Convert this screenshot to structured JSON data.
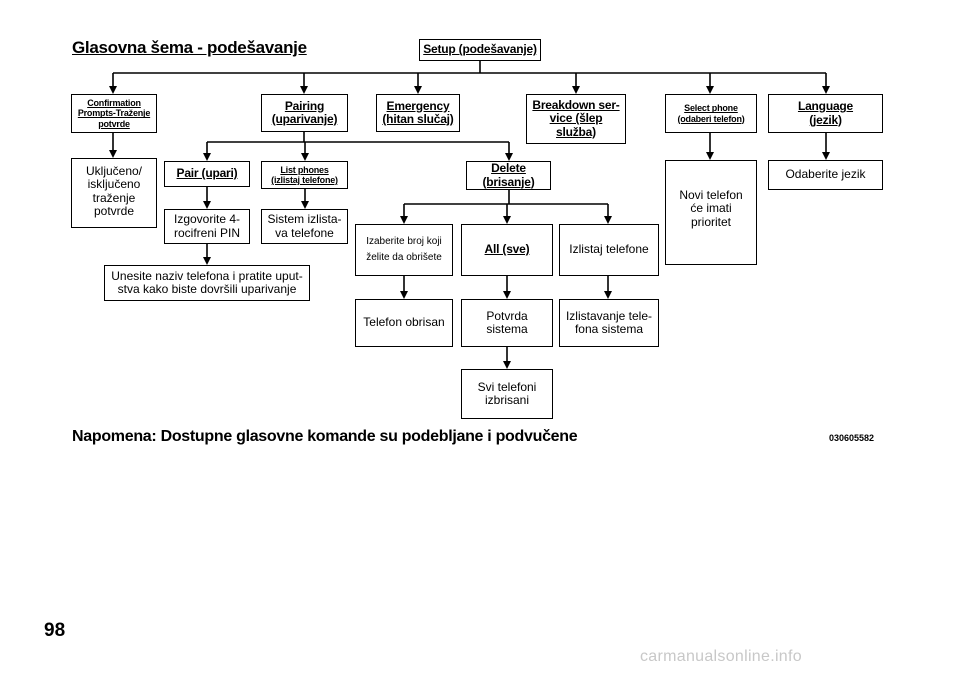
{
  "page": {
    "title": "Glasovna šema - podešavanje",
    "note": "Napomena: Dostupne glasovne komande su podebljane i podvučene",
    "image_code": "030605582",
    "page_number": "98",
    "watermark": "carmanualsonline.info"
  },
  "nodes": {
    "setup": "Setup (podešavanje)",
    "confirmation": "Confirmation\nPrompts-Traženje\npotvrde",
    "pairing": "Pairing\n(uparivanje)",
    "emergency": "Emergency\n(hitan slučaj)",
    "breakdown": "Breakdown ser-\nvice (šlep služba)",
    "select_phone": "Select phone\n(odaberi  telefon)",
    "language": "Language\n(jezik)",
    "confirm_onoff": "Uključeno/\nisključeno\ntraženje\npotvrde",
    "pair": "Pair (upari)",
    "list_phones": "List phones\n(izlistaj telefone)",
    "delete": "Delete\n(brisanje)",
    "new_phone": "Novi telefon\nće imati\nprioritet",
    "choose_language": "Odaberite jezik",
    "say_pin": "Izgovorite 4-\nrocifreni PIN",
    "system_lists": "Sistem izlista-\nva telefone",
    "choose_number": "Izaberite broj koji\nželite da obrišete",
    "all": "All (sve)",
    "list_phone": "Izlistaj telefone",
    "enter_name": "Unesite naziv telefona i pratite uput-\nstva kako biste dovršili uparivanje",
    "phone_deleted": "Telefon obrisan",
    "system_confirm": "Potvrda\nsistema",
    "system_listing": "Izlistavanje tele-\nfona sistema",
    "all_deleted": "Svi telefoni\nizbrisani"
  }
}
